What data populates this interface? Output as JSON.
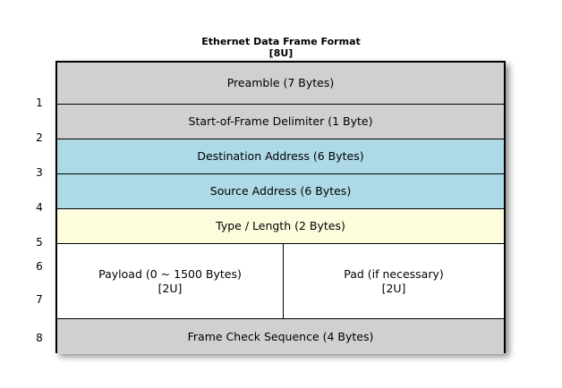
{
  "title": {
    "main": "Ethernet Data Frame Format",
    "unit": "[8U]"
  },
  "colors": {
    "background": "#ffffff",
    "border": "#000000",
    "gray": "#d0d0d0",
    "blue": "#aed9e7",
    "yellow": "#fdfcdd",
    "white": "#ffffff",
    "text": "#000000"
  },
  "row_numbers": [
    "1",
    "2",
    "3",
    "4",
    "5",
    "6",
    "7",
    "8"
  ],
  "frame_rows": [
    {
      "number": "1",
      "label": "Preamble (7 Bytes)",
      "fill": "gray"
    },
    {
      "number": "2",
      "label": "Start-of-Frame Delimiter (1 Byte)",
      "fill": "gray"
    },
    {
      "number": "3",
      "label": "Destination Address (6 Bytes)",
      "fill": "blue"
    },
    {
      "number": "4",
      "label": "Source Address (6 Bytes)",
      "fill": "blue"
    },
    {
      "number": "5",
      "label": "Type / Length (2 Bytes)",
      "fill": "yellow"
    },
    {
      "number": "6-7",
      "fill": "white",
      "split": true,
      "left": {
        "label": "Payload (0 ~ 1500 Bytes)",
        "unit": "[2U]"
      },
      "right": {
        "label": "Pad (if necessary)",
        "unit": "[2U]"
      }
    },
    {
      "number": "8",
      "label": "Frame Check Sequence (4 Bytes)",
      "fill": "gray"
    }
  ]
}
